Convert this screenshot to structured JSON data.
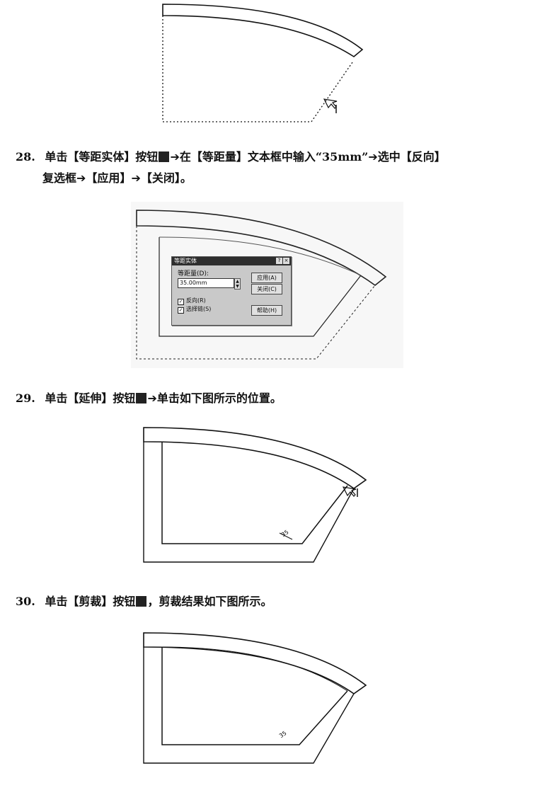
{
  "steps": [
    {
      "number": "28.",
      "line1_a": "单击【等距实体】按钮",
      "line1_b": "在【等距量】文本框中输入“35mm”",
      "line1_c": "选中【反向】",
      "line2_a": "复选框",
      "line2_b": "【应用】",
      "line2_c": "【关闭】。"
    },
    {
      "number": "29.",
      "line1_a": "单击【延伸】按钮",
      "line1_b": "单击如下图所示的位置。"
    },
    {
      "number": "30.",
      "line1_a": "单击【剪裁】按钮",
      "line1_b": "，剪裁结果如下图所示。"
    }
  ],
  "arrow_glyph": "➔",
  "dialog": {
    "title": "等距实体",
    "help_glyph": "?",
    "close_glyph": "×",
    "distance_label": "等距量(D):",
    "distance_value": "35.00mm",
    "apply_label": "应用(A)",
    "close_label": "关闭(C)",
    "help_label": "帮助(H)",
    "reverse_label": "反向(R)",
    "chain_label": "选择链(S)",
    "reverse_checked": true,
    "chain_checked": true
  },
  "dimension_label": "35",
  "icons": [
    "button-icon",
    "arrow-icon",
    "cursor-icon"
  ]
}
